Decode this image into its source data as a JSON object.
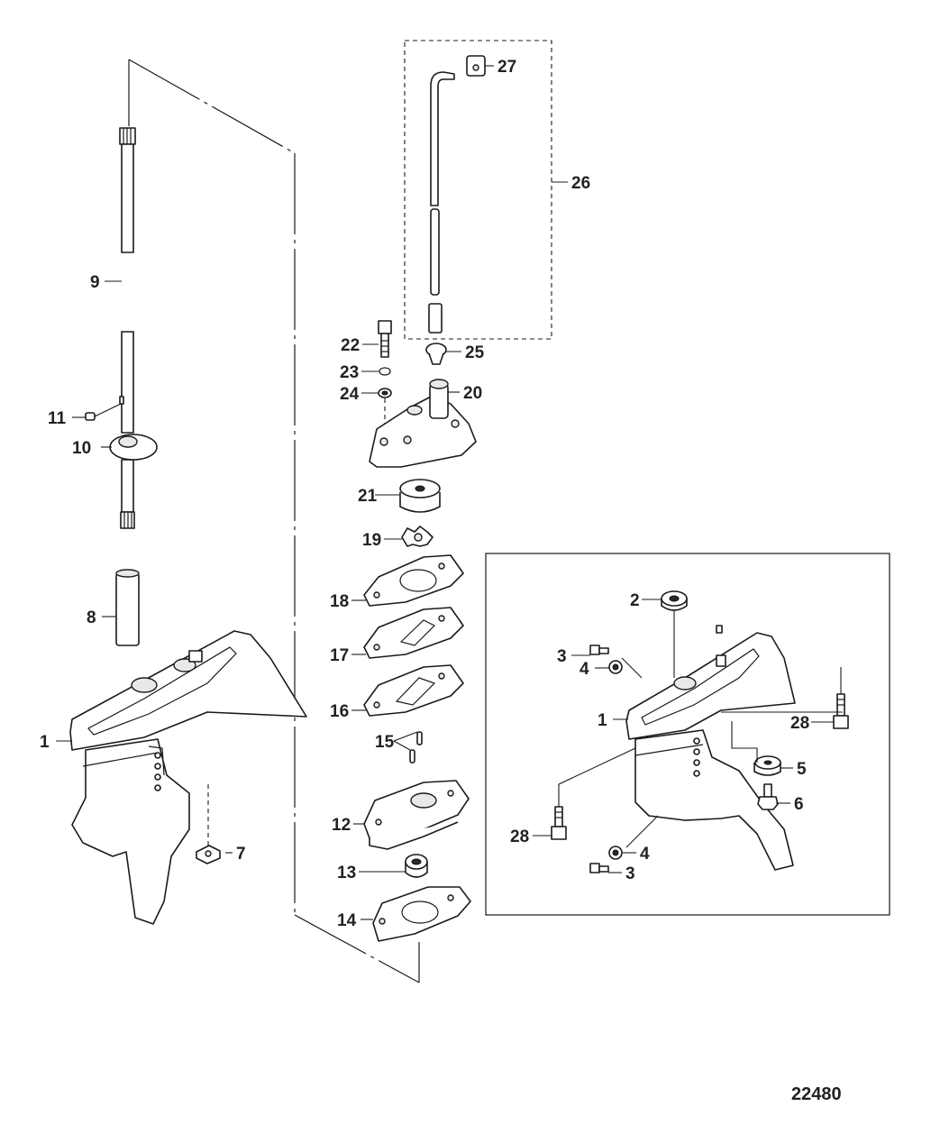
{
  "diagram_code": "22480",
  "callouts": {
    "c1": "1",
    "c7": "7",
    "c8": "8",
    "c9": "9",
    "c10": "10",
    "c11": "11",
    "c12": "12",
    "c13": "13",
    "c14": "14",
    "c15": "15",
    "c16": "16",
    "c17": "17",
    "c18": "18",
    "c19": "19",
    "c20": "20",
    "c21": "21",
    "c22": "22",
    "c23": "23",
    "c24": "24",
    "c25": "25",
    "c26": "26",
    "c27": "27"
  },
  "inset": {
    "c1": "1",
    "c2": "2",
    "c3a": "3",
    "c4a": "4",
    "c3b": "3",
    "c4b": "4",
    "c5": "5",
    "c6": "6",
    "c28a": "28",
    "c28b": "28"
  }
}
